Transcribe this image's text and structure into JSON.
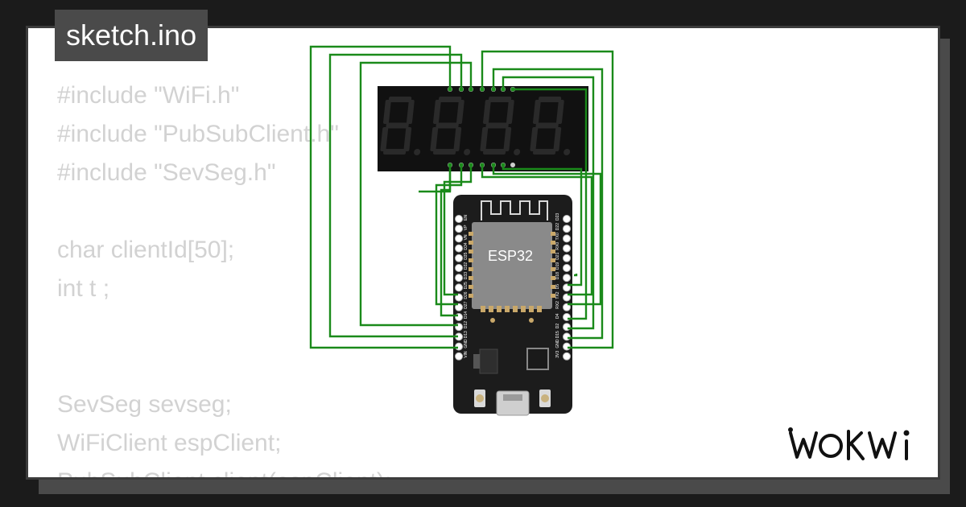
{
  "title": "sketch.ino",
  "code_lines": [
    "#include \"WiFi.h\"",
    "#include \"PubSubClient.h\"",
    "#include \"SevSeg.h\"",
    "",
    "char clientId[50];",
    "int t ;",
    "",
    "",
    "SevSeg sevseg;",
    "WiFiClient espClient;",
    "PubSubClient client(espClient);"
  ],
  "board": {
    "chip_label": "ESP32",
    "left_pins": [
      "EN",
      "VP",
      "VN",
      "D34",
      "D35",
      "D32",
      "D33",
      "D25",
      "D26",
      "D27",
      "D14",
      "D12",
      "D13",
      "GND",
      "VIN"
    ],
    "right_pins": [
      "D23",
      "D22",
      "TX0",
      "RX0",
      "D21",
      "D19",
      "D18",
      "D5",
      "TX2",
      "RX2",
      "D4",
      "D2",
      "D15",
      "GND",
      "3V3"
    ]
  },
  "display": {
    "digits": 4,
    "segment_color": "#2a2a2a"
  },
  "colors": {
    "wire": "#1a8a1a",
    "board": "#1c1c1c",
    "display": "#111111"
  },
  "brand": {
    "logo_text": "WOKWi",
    "logo_icon": "wokwi-logo"
  }
}
